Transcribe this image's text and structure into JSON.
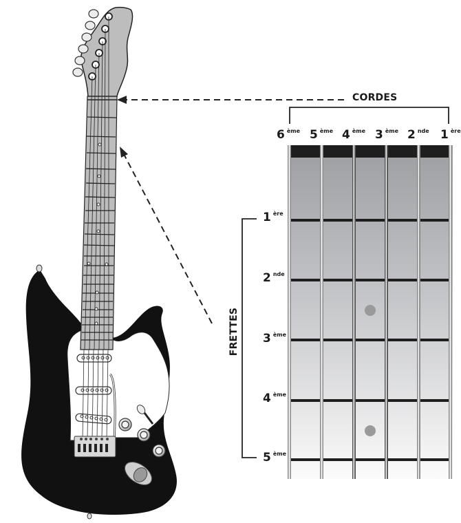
{
  "diagram": {
    "strings_title": "CORDES",
    "frets_title": "FRETTES",
    "strings": [
      {
        "num": "6",
        "suffix": "ème"
      },
      {
        "num": "5",
        "suffix": "ème"
      },
      {
        "num": "4",
        "suffix": "ème"
      },
      {
        "num": "3",
        "suffix": "ème"
      },
      {
        "num": "2",
        "suffix": "nde"
      },
      {
        "num": "1",
        "suffix": "ère"
      }
    ],
    "frets": [
      {
        "num": "1",
        "suffix": "ère"
      },
      {
        "num": "2",
        "suffix": "nde"
      },
      {
        "num": "3",
        "suffix": "ème"
      },
      {
        "num": "4",
        "suffix": "ème"
      },
      {
        "num": "5",
        "suffix": "ème"
      }
    ],
    "position_markers": [
      {
        "between_frets": "2-3",
        "string_gap": "4-3"
      },
      {
        "between_frets": "4-5",
        "string_gap": "4-3"
      }
    ],
    "colors": {
      "nut": "#1e1e1e",
      "fret_wire": "#1e1e1e",
      "marker": "#9a9a9a",
      "board_top": "#9c9ea1",
      "board_bottom": "#fafafa",
      "guitar_body": "#111111",
      "headstock": "#b9b9b9"
    }
  }
}
